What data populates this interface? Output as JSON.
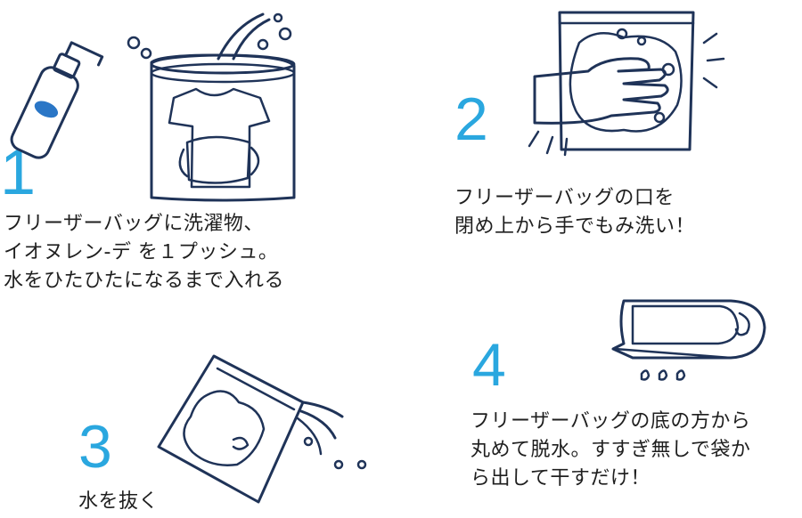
{
  "colors": {
    "accent": "#2aa7df",
    "line": "#1f3358",
    "fill_blue": "#a9b8e0",
    "fill_light": "#e3e9f5"
  },
  "steps": [
    {
      "number": "1",
      "lines": [
        "フリーザーバッグに洗濯物、",
        "イオヌレン‐デ を１プッシュ。",
        "水をひたひたになるまで入れる"
      ],
      "icon": "bag-with-clothes-and-spray-icon"
    },
    {
      "number": "2",
      "lines": [
        "フリーザーバッグの口を",
        "閉め上から手でもみ洗い！"
      ],
      "icon": "hand-kneading-bag-icon"
    },
    {
      "number": "3",
      "lines": [
        "水を抜く"
      ],
      "icon": "bag-draining-water-icon"
    },
    {
      "number": "4",
      "lines": [
        "フリーザーバッグの底の方から",
        "丸めて脱水。すすぎ無しで袋か",
        "ら出して干すだけ！"
      ],
      "icon": "rolled-bag-dripping-icon"
    }
  ]
}
